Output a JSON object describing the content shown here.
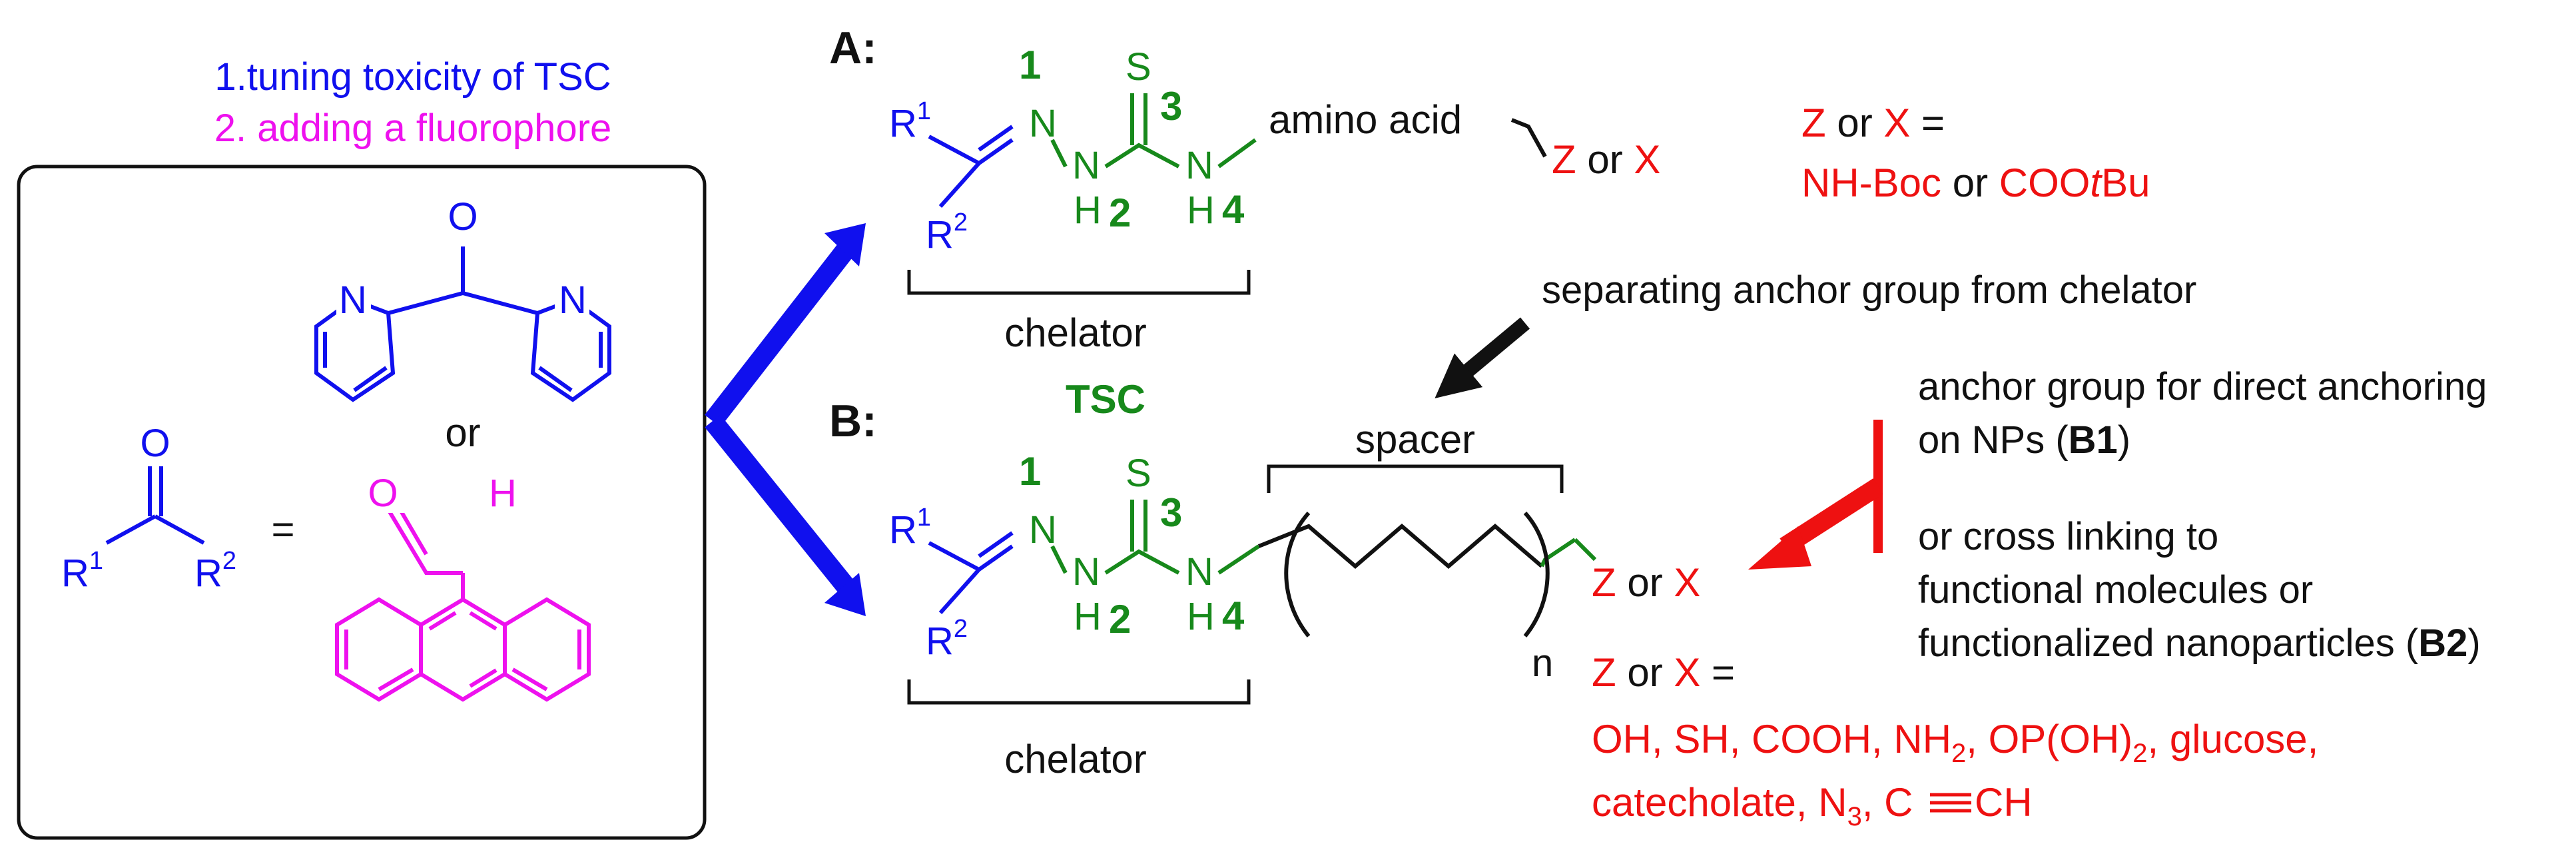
{
  "colors": {
    "blue": "#1010ee",
    "green": "#17891b",
    "red": "#ee1111",
    "magenta": "#ee11ee",
    "black": "#111111"
  },
  "left_panel": {
    "goal1": "1.tuning toxicity of TSC",
    "goal2": "2. adding a fluorophore",
    "dipyridyl_N1": "N",
    "dipyridyl_N2": "N",
    "dipyridyl_O": "O",
    "or": "or",
    "ketone_O": "O",
    "ketone_R1": "R",
    "ketone_R1_sup": "1",
    "ketone_R2": "R",
    "ketone_R2_sup": "2",
    "equals": "=",
    "aldehyde_O": "O",
    "aldehyde_H": "H"
  },
  "scheme_a": {
    "label": "A:",
    "R1": "R",
    "R1_sup": "1",
    "R2": "R",
    "R2_sup": "2",
    "N1": "N",
    "N2": "N",
    "H2": "H",
    "N4": "N",
    "H4": "H",
    "S": "S",
    "num1": "1",
    "num2": "2",
    "num3": "3",
    "num4": "4",
    "amino_acid": "amino acid",
    "Z": "Z",
    "or": " or ",
    "X": "X",
    "zx_Z": "Z",
    "zx_or": " or ",
    "zx_X": "X",
    "zx_eq": " =",
    "zx_value1": "NH-Boc",
    "zx_value_or": " or ",
    "zx_value2_a": "COO",
    "zx_value2_t": "t",
    "zx_value2_b": "Bu",
    "chelator": "chelator",
    "tsc": "TSC"
  },
  "middle": {
    "separating": "separating anchor group from chelator"
  },
  "scheme_b": {
    "label": "B:",
    "R1": "R",
    "R1_sup": "1",
    "R2": "R",
    "R2_sup": "2",
    "N1": "N",
    "N2": "N",
    "H2": "H",
    "N4": "N",
    "H4": "H",
    "S": "S",
    "num1": "1",
    "num2": "2",
    "num3": "3",
    "num4": "4",
    "spacer": "spacer",
    "n": "n",
    "Z": "Z",
    "or": " or ",
    "X": "X",
    "chelator": "chelator",
    "zx_Z": "Z",
    "zx_or": " or ",
    "zx_X": "X",
    "zx_eq": " =",
    "list_line1_a": "OH, SH, COOH, NH",
    "list_line1_sub": "2",
    "list_line1_b": ", OP(OH)",
    "list_line1_sub2": "2",
    "list_line1_c": ", glucose,",
    "list_line2_a": "catecholate, N",
    "list_line2_sub": "3",
    "list_line2_b": ", C",
    "list_line2_c": "CH"
  },
  "anchor_notes": {
    "b1_line1": "anchor group for direct anchoring",
    "b1_line2_a": "on NPs (",
    "b1_line2_b": "B1",
    "b1_line2_c": ")",
    "b2_line1": "or cross linking to",
    "b2_line2": "functional molecules or",
    "b2_line3_a": "functionalized nanoparticles (",
    "b2_line3_b": "B2",
    "b2_line3_c": ")"
  }
}
